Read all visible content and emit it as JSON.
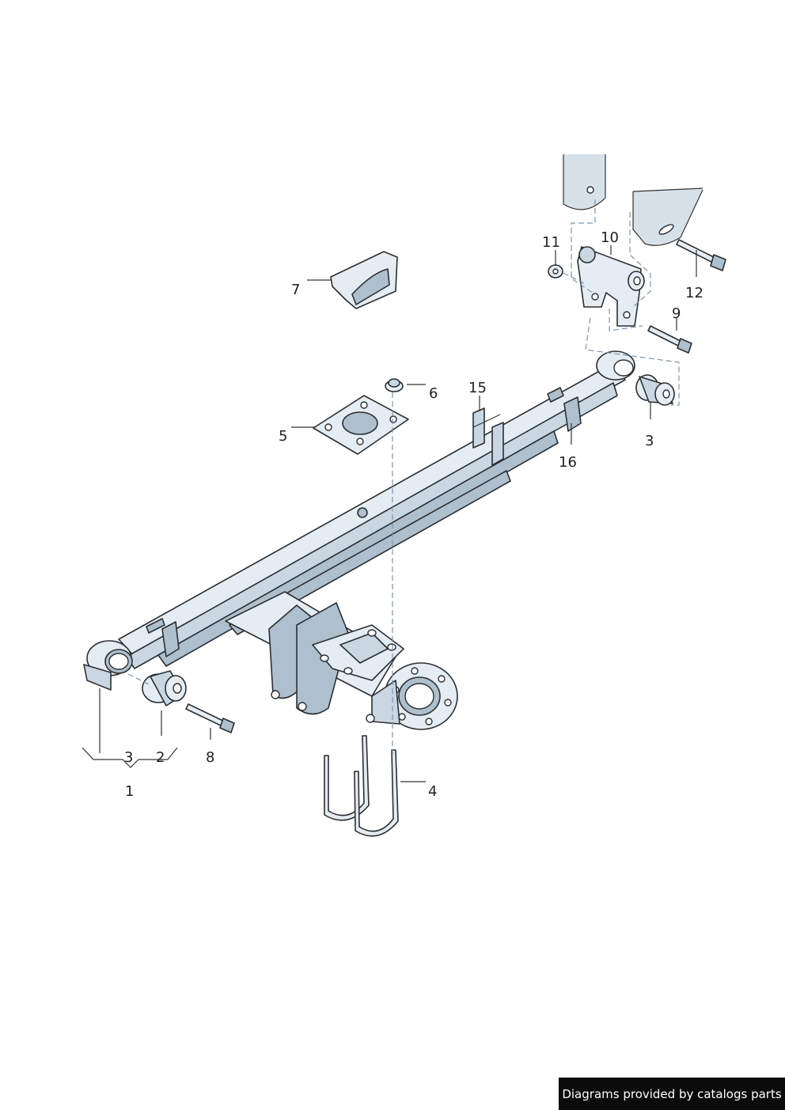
{
  "callouts": {
    "c1": "1",
    "c2": "2",
    "c3a": "3",
    "c3b": "3",
    "c4": "4",
    "c5": "5",
    "c6": "6",
    "c7": "7",
    "c8": "8",
    "c9": "9",
    "c10": "10",
    "c11": "11",
    "c12": "12",
    "c15": "15",
    "c16": "16"
  },
  "credit": "Diagrams provided by catalogs parts",
  "colors": {
    "part_fill": "#e4edf3",
    "shade": "#aebfcd",
    "leader_dash": "#7b96ad",
    "credit_bg": "#0b0b0b"
  }
}
